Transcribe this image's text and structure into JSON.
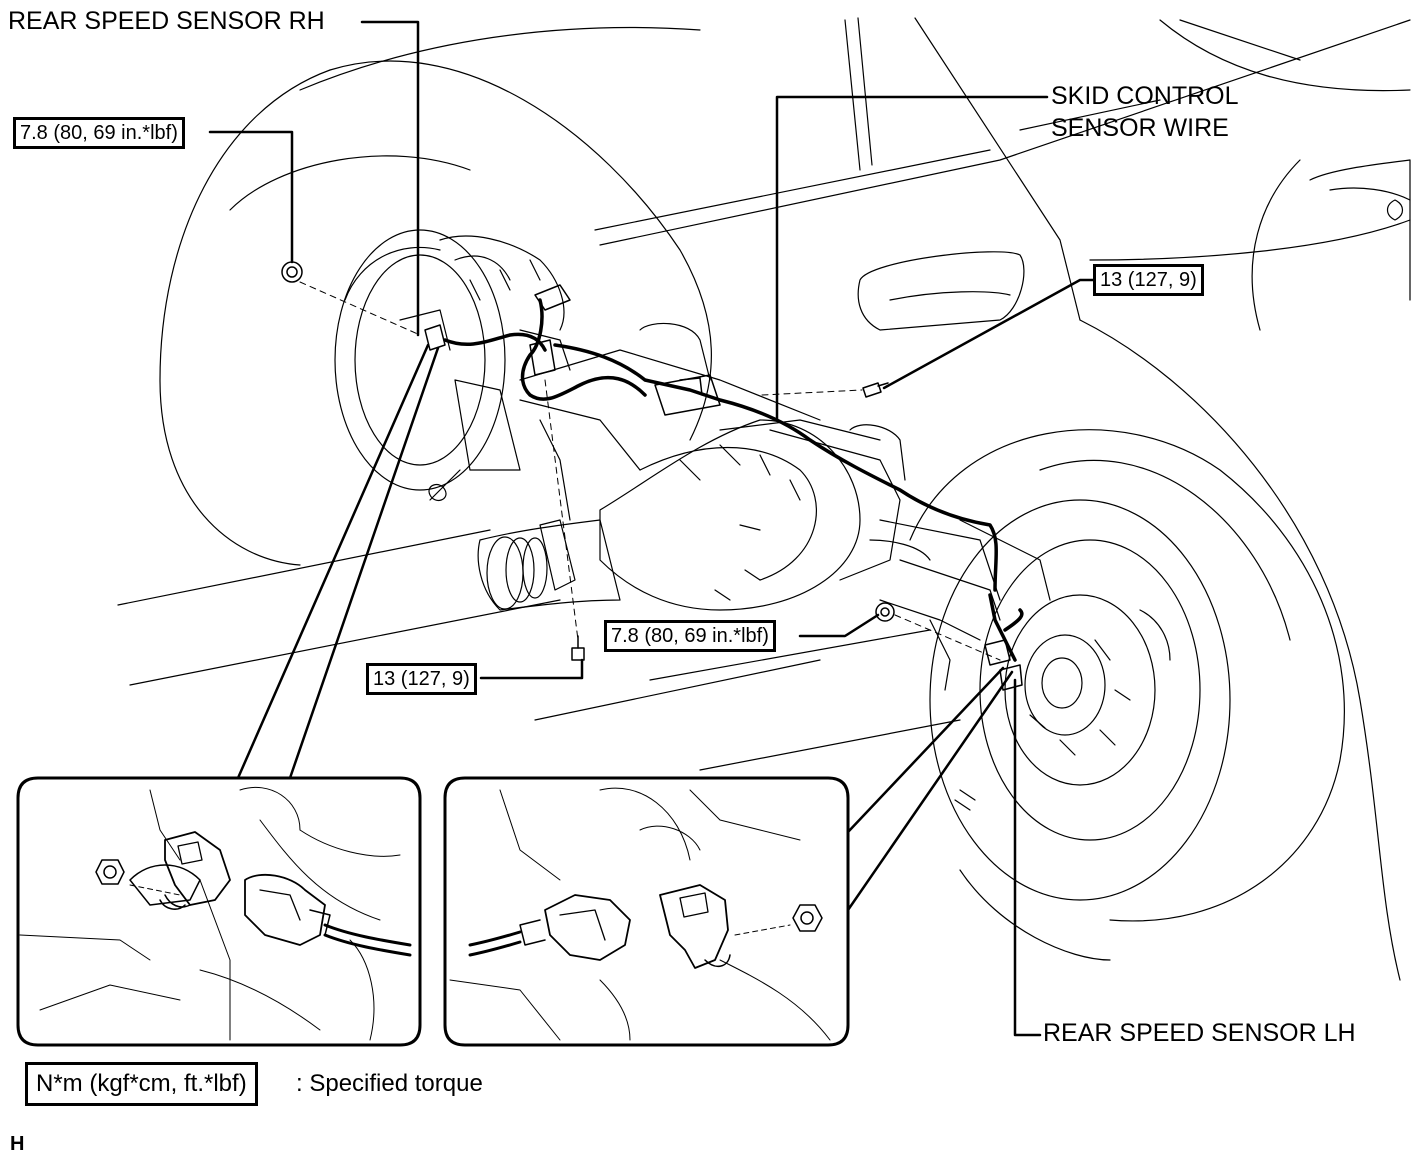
{
  "callouts": {
    "rear_speed_sensor_rh": "REAR SPEED SENSOR RH",
    "skid_control_sensor_wire_line1": "SKID CONTROL",
    "skid_control_sensor_wire_line2": "SENSOR WIRE",
    "rear_speed_sensor_lh": "REAR SPEED SENSOR LH"
  },
  "torques": {
    "rh_sensor_bolt": "7.8 (80, 69 in.*lbf)",
    "clamp_bolt_right": "13 (127, 9)",
    "lh_sensor_bolt": "7.8 (80, 69 in.*lbf)",
    "clamp_bolt_center": "13 (127, 9)"
  },
  "legend": {
    "unit_box": "N*m (kgf*cm, ft.*lbf)",
    "description": ": Specified torque"
  },
  "figure_code": "H"
}
